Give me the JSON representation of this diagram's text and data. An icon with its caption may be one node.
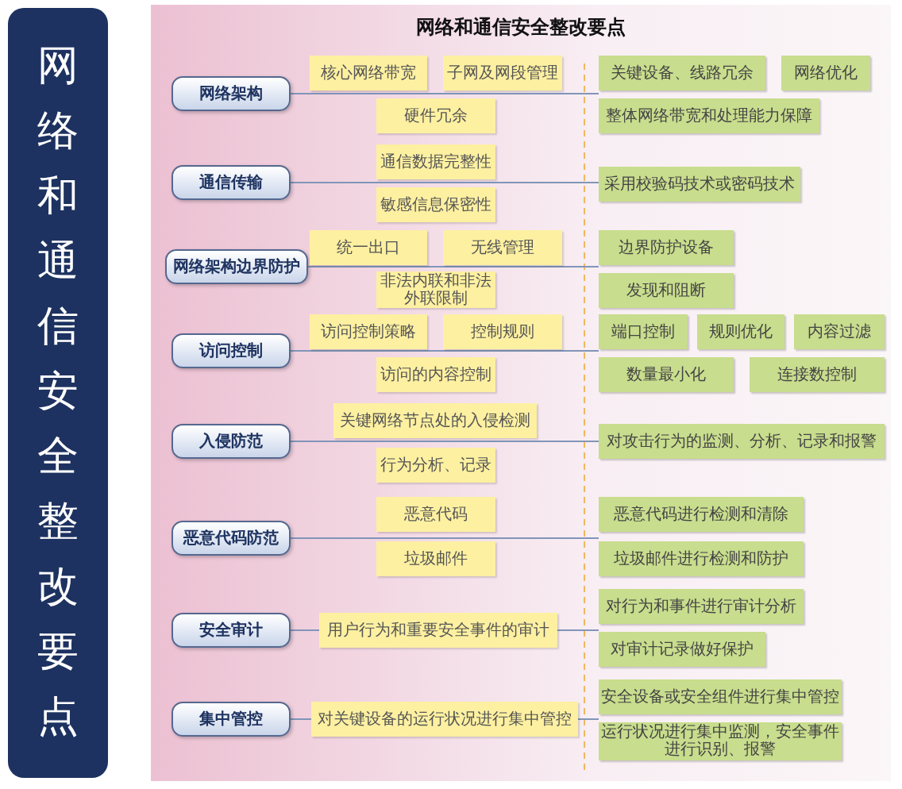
{
  "diagram": {
    "title": "网络和通信安全整改要点",
    "nodes": [
      {
        "text": [
          "网络和通信安全整改要点"
        ]
      },
      {
        "text": [
          "网络架构"
        ]
      },
      {
        "text": [
          "核心网络带宽"
        ]
      },
      {
        "text": [
          "子网及网段管理"
        ]
      },
      {
        "text": [
          "硬件冗余"
        ]
      },
      {
        "text": [
          "关键设备、线路冗余"
        ]
      },
      {
        "text": [
          "网络优化"
        ]
      },
      {
        "text": [
          "整体网络带宽和处理能力保障"
        ]
      },
      {
        "text": [
          "通信传输"
        ]
      },
      {
        "text": [
          "通信数据完整性"
        ]
      },
      {
        "text": [
          "敏感信息保密性"
        ]
      },
      {
        "text": [
          "采用校验码技术或密码技术"
        ]
      },
      {
        "text": [
          "网络架构边界防护"
        ]
      },
      {
        "text": [
          "统一出口"
        ]
      },
      {
        "text": [
          "无线管理"
        ]
      },
      {
        "text": [
          "非法内联和非法外联限制"
        ]
      },
      {
        "text": [
          "边界防护设备"
        ]
      },
      {
        "text": [
          "发现和阻断"
        ]
      },
      {
        "text": [
          "访问控制"
        ]
      },
      {
        "text": [
          "访问控制策略"
        ]
      },
      {
        "text": [
          "控制规则"
        ]
      },
      {
        "text": [
          "访问的内容控制"
        ]
      },
      {
        "text": [
          "端口控制"
        ]
      },
      {
        "text": [
          "规则优化"
        ]
      },
      {
        "text": [
          "内容过滤"
        ]
      },
      {
        "text": [
          "数量最小化"
        ]
      },
      {
        "text": [
          "连接数控制"
        ]
      },
      {
        "text": [
          "入侵防范"
        ]
      },
      {
        "text": [
          "关键网络节点处的入侵检测"
        ]
      },
      {
        "text": [
          "行为分析、记录"
        ]
      },
      {
        "text": [
          "对攻击行为的监测、分析、记录和报警"
        ]
      },
      {
        "text": [
          "恶意代码防范"
        ]
      },
      {
        "text": [
          "恶意代码"
        ]
      },
      {
        "text": [
          "垃圾邮件"
        ]
      },
      {
        "text": [
          "恶意代码进行检测和清除"
        ]
      },
      {
        "text": [
          "垃圾邮件进行检测和防护"
        ]
      },
      {
        "text": [
          "安全审计"
        ]
      },
      {
        "text": [
          "用户行为和重要安全事件的审计"
        ]
      },
      {
        "text": [
          "对行为和事件进行审计分析"
        ]
      },
      {
        "text": [
          "对审计记录做好保护"
        ]
      },
      {
        "text": [
          "集中管控"
        ]
      },
      {
        "text": [
          "对关键设备的运行状况进行集中管控"
        ]
      },
      {
        "text": [
          "安全设备或安全组件进行集中管控"
        ]
      },
      {
        "text": [
          "运行状况进行集中监测，安全事件进行识别、报警"
        ]
      }
    ],
    "edges": [
      {
        "from": 1,
        "to": 5,
        "arrow": "none"
      },
      {
        "from": 8,
        "to": 11,
        "arrow": "none"
      },
      {
        "from": 12,
        "to": 16,
        "arrow": "none"
      },
      {
        "from": 18,
        "to": 22,
        "arrow": "none"
      },
      {
        "from": 27,
        "to": 30,
        "arrow": "none"
      },
      {
        "from": 31,
        "to": 34,
        "arrow": "none"
      },
      {
        "from": 36,
        "to": 37,
        "arrow": "none"
      },
      {
        "from": 37,
        "to": 39,
        "arrow": "none"
      },
      {
        "from": 40,
        "to": 41,
        "arrow": "none"
      },
      {
        "from": 41,
        "to": 42,
        "arrow": "none"
      }
    ]
  }
}
